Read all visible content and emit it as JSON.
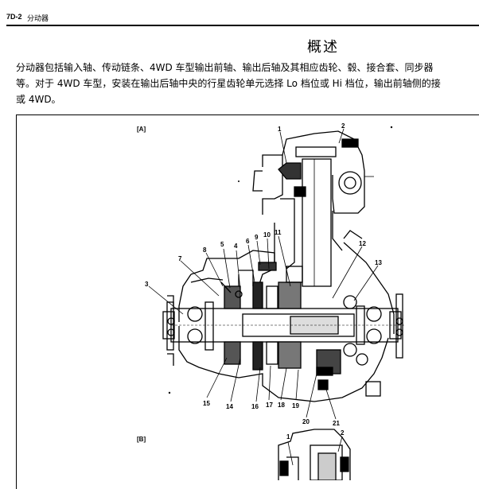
{
  "header": {
    "code": "7D-2",
    "section": "分动器"
  },
  "title": "概述",
  "paragraph": [
    "分动器包括输入轴、传动链条、4WD 车型输出前轴、输出后轴及其相应齿轮、毂、接合套、同步器",
    "等。对于 4WD 车型，安装在输出后轴中央的行星齿轮单元选择 Lo 档位或 Hi 档位，输出前轴侧的接",
    "或 4WD。"
  ],
  "figure": {
    "label_a": "[A]",
    "label_b": "[B]",
    "callouts": [
      "1",
      "2",
      "3",
      "4",
      "5",
      "6",
      "7",
      "8",
      "9",
      "10",
      "11",
      "12",
      "13",
      "15",
      "14",
      "16",
      "17",
      "18",
      "19",
      "20",
      "21",
      "1",
      "2"
    ]
  }
}
